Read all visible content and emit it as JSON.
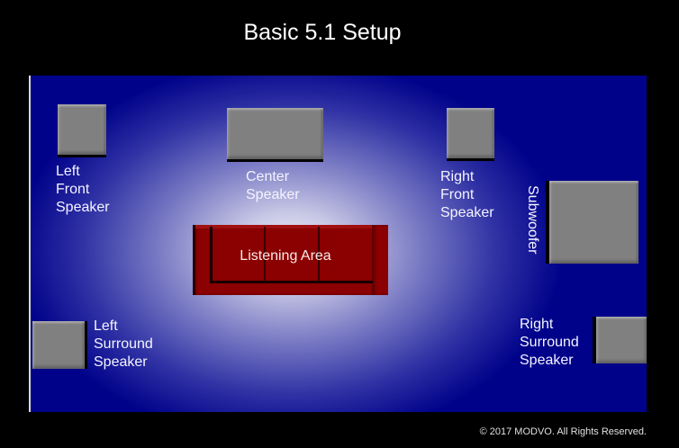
{
  "title": "Basic 5.1 Setup",
  "room": {
    "speakers": [
      {
        "id": "left-front",
        "label": "Left\nFront\nSpeaker"
      },
      {
        "id": "center",
        "label": "Center\nSpeaker"
      },
      {
        "id": "right-front",
        "label": "Right\nFront\nSpeaker"
      },
      {
        "id": "subwoofer",
        "label": "Subwoofer"
      },
      {
        "id": "left-surround",
        "label": "Left\nSurround\nSpeaker"
      },
      {
        "id": "right-surround",
        "label": "Right\nSurround\nSpeaker"
      }
    ],
    "listening_area": {
      "label": "Listening Area"
    }
  },
  "colors": {
    "room_blue": "#00028a",
    "speaker_gray": "#808080",
    "couch_red": "#8b0000",
    "background": "#000000"
  },
  "footer": "© 2017 MODVO. All Rights Reserved."
}
